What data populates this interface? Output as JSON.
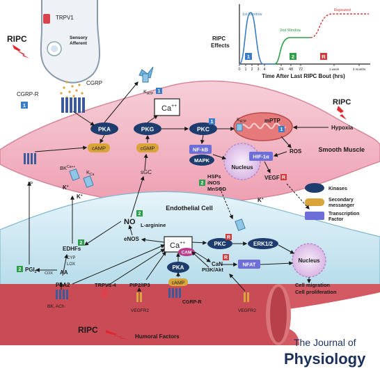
{
  "colors": {
    "smooth_muscle": "#f3c1cd",
    "endothelial": "#cfe8f2",
    "vessel": "#c84b55",
    "kinase": "#1e3c6e",
    "messenger": "#d9a43a",
    "tf": "#6e6ed8",
    "green_badge": "#2e9e48",
    "red_badge": "#d23b3b",
    "blue_badge": "#3a7cc8",
    "journal": "#1b2f5a"
  },
  "sensory": {
    "ripc": "RIPC",
    "trpv1": "TRPV1",
    "afferent": "Sensory\nAfferent",
    "cgrp": "CGRP",
    "cgrp_r": "CGRP-R",
    "badge": "1"
  },
  "inset_chart": {
    "effects_label": "RIPC\nEffects",
    "xlabel": "Time After Last RIPC Bout (hrs)",
    "ticks": [
      "0",
      "1",
      "2",
      "3",
      "4",
      "24",
      "48",
      "72",
      "1 week",
      "3 months"
    ],
    "windows": [
      {
        "label": "1st Window",
        "badge": "1",
        "color": "#3a7cc8"
      },
      {
        "label": "2nd Window",
        "badge": "2",
        "color": "#2e9e48"
      },
      {
        "label": "Repeated",
        "badge": "R",
        "color": "#d23b3b"
      }
    ]
  },
  "smooth_muscle": {
    "title": "Smooth Muscle",
    "katp_top": "K",
    "katp_top_sub": "ATP",
    "katp_top_badge": "1",
    "ca": "Ca",
    "ca_sup": "++",
    "pka": "PKA",
    "pkg": "PKG",
    "pkc": "PKC",
    "pkc_badge": "1",
    "camp": "cAMP",
    "cgmp": "cGMP",
    "sgc": "sGC",
    "katp_mito": "K",
    "katp_mito_sub": "ATP",
    "mptp": "mPTP",
    "mptp_badge": "1",
    "ripc": "RIPC",
    "hypoxia": "Hypoxia",
    "nfkb": "NF-kB",
    "mapk": "MAPK",
    "hif": "HIF-1α",
    "nucleus": "Nucleus",
    "ros": "ROS",
    "vegf": "VEGF",
    "vegf_badge": "R",
    "hsps": "HSPs",
    "inos": "iNOS",
    "mnsod": "MnSOD",
    "hsp_badge": "2",
    "bk": "BK",
    "bk_sub": "Ca++",
    "kca": "K",
    "kca_sub": "Ca",
    "ip": "IP",
    "k_plus": "K",
    "k_sup": "+"
  },
  "legend": [
    {
      "label": "Kinases",
      "kind": "kinase"
    },
    {
      "label": "Secondary\nmessanger",
      "kind": "messenger"
    },
    {
      "label": "Transcription\nFactor",
      "kind": "tf"
    }
  ],
  "endothelial": {
    "title": "Endothelial Cell",
    "no": "NO",
    "no_badge": "2",
    "larginine": "L-arginine",
    "enos": "eNOS",
    "ca": "Ca",
    "ca_sup": "++",
    "cam": "CAM",
    "pkc": "PKC",
    "pkc_badge": "R",
    "erk": "ERK1/2",
    "can": "CaN",
    "can_badge": "R",
    "nfat": "NFAT",
    "nucleus": "Nucleus",
    "migration": "Cell migration",
    "proliferation": "Cell proliferation",
    "edhfs": "EDHFs",
    "edhfs_badge": "2",
    "cyp": "CYP",
    "lox": "LOX",
    "cox": "COX",
    "pgi": "PGI",
    "pgi_sub": "2",
    "pgi_badge": "2",
    "aa": "AA",
    "pla2": "PLA2",
    "bk_ach": "BK, ACh",
    "trpv14": "TRPV1-4",
    "pip": "PIP2/IP3",
    "pka": "PKA",
    "camp": "cAMP",
    "cgrp_r": "CGRP-R",
    "pi3k": "PI3K/Akt",
    "vegfr2_a": "VEGFR2",
    "vegfr2_b": "VEGFR2"
  },
  "bottom": {
    "ripc": "RIPC",
    "humoral": "Humoral Factors"
  },
  "journal": {
    "line1": "The Journal of",
    "line2": "Physiology"
  }
}
